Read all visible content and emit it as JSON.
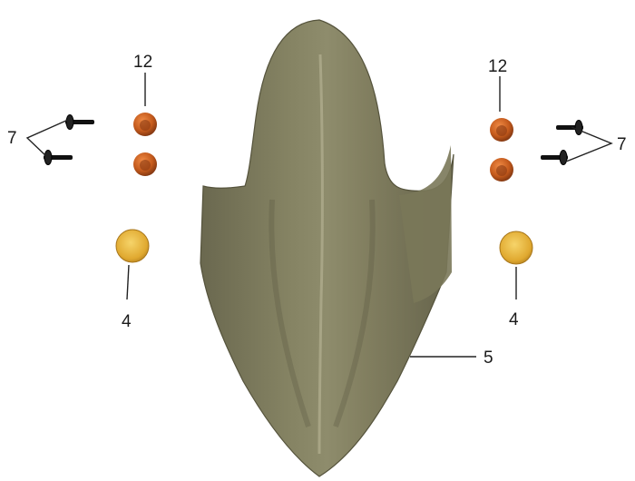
{
  "diagram": {
    "callouts": {
      "bushing_left": "12",
      "bushing_right": "12",
      "screw_left": "7",
      "screw_right": "7",
      "nut_left": "4",
      "nut_right": "4",
      "fender": "5"
    }
  },
  "colors": {
    "fender": "#7d7b5d",
    "fender_shadow": "#5f5d45",
    "fender_highlight": "#a7a585",
    "bushing": "#c45a1c",
    "nut": "#e4b33a",
    "screw": "#111111"
  }
}
